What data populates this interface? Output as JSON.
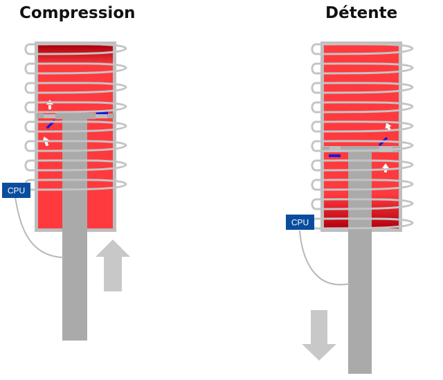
{
  "panels": {
    "left": {
      "title": "Compression",
      "cpu_label": "CPU"
    },
    "right": {
      "title": "Détente",
      "cpu_label": "CPU"
    }
  },
  "colors": {
    "fluid": "#ff3a3e",
    "fluid_dark": "#b3000f",
    "cylinder_wall": "#bdbdbd",
    "piston": "#aaaaaa",
    "valve": "#1a1adb",
    "cpu_box": "#0a4d9e",
    "motion_arrow": "#c8c8c8"
  },
  "icons": [
    "heating-coil",
    "piston",
    "valve",
    "flow-arrow",
    "motion-arrow-up",
    "motion-arrow-down",
    "cpu-chip"
  ]
}
